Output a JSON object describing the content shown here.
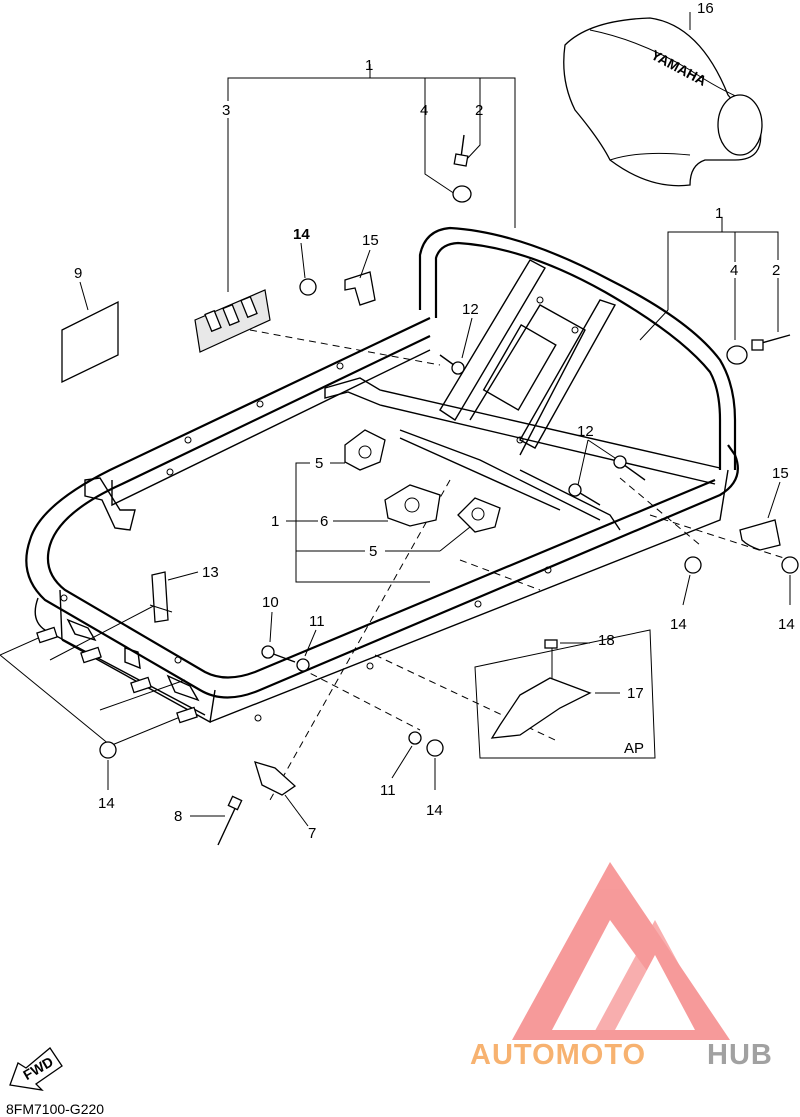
{
  "diagram": {
    "labels": {
      "l1_top": "1",
      "l2_top": "2",
      "l3": "3",
      "l4_top": "4",
      "l16": "16",
      "l9": "9",
      "l14_a": "14",
      "l15_a": "15",
      "l12_a": "12",
      "l1_right": "1",
      "l4_right": "4",
      "l2_right": "2",
      "l12_b": "12",
      "l15_b": "15",
      "l5_a": "5",
      "l1_mid": "1",
      "l6": "6",
      "l5_b": "5",
      "l13": "13",
      "l10": "10",
      "l11_a": "11",
      "l14_b": "14",
      "l14_c": "14",
      "l18": "18",
      "l17": "17",
      "ap": "AP",
      "l14_d": "14",
      "l11_b": "11",
      "l14_e": "14",
      "l8": "8",
      "l7": "7"
    },
    "cover_text": "YAMAHA",
    "fwd": "FWD",
    "code": "8FM7100-G220"
  },
  "watermark": {
    "word_a": "AUTOMOTO",
    "word_b": "HUB",
    "color_a": "#f6a04d",
    "color_b": "#8a8a8a",
    "logo_color": "#f04848"
  }
}
